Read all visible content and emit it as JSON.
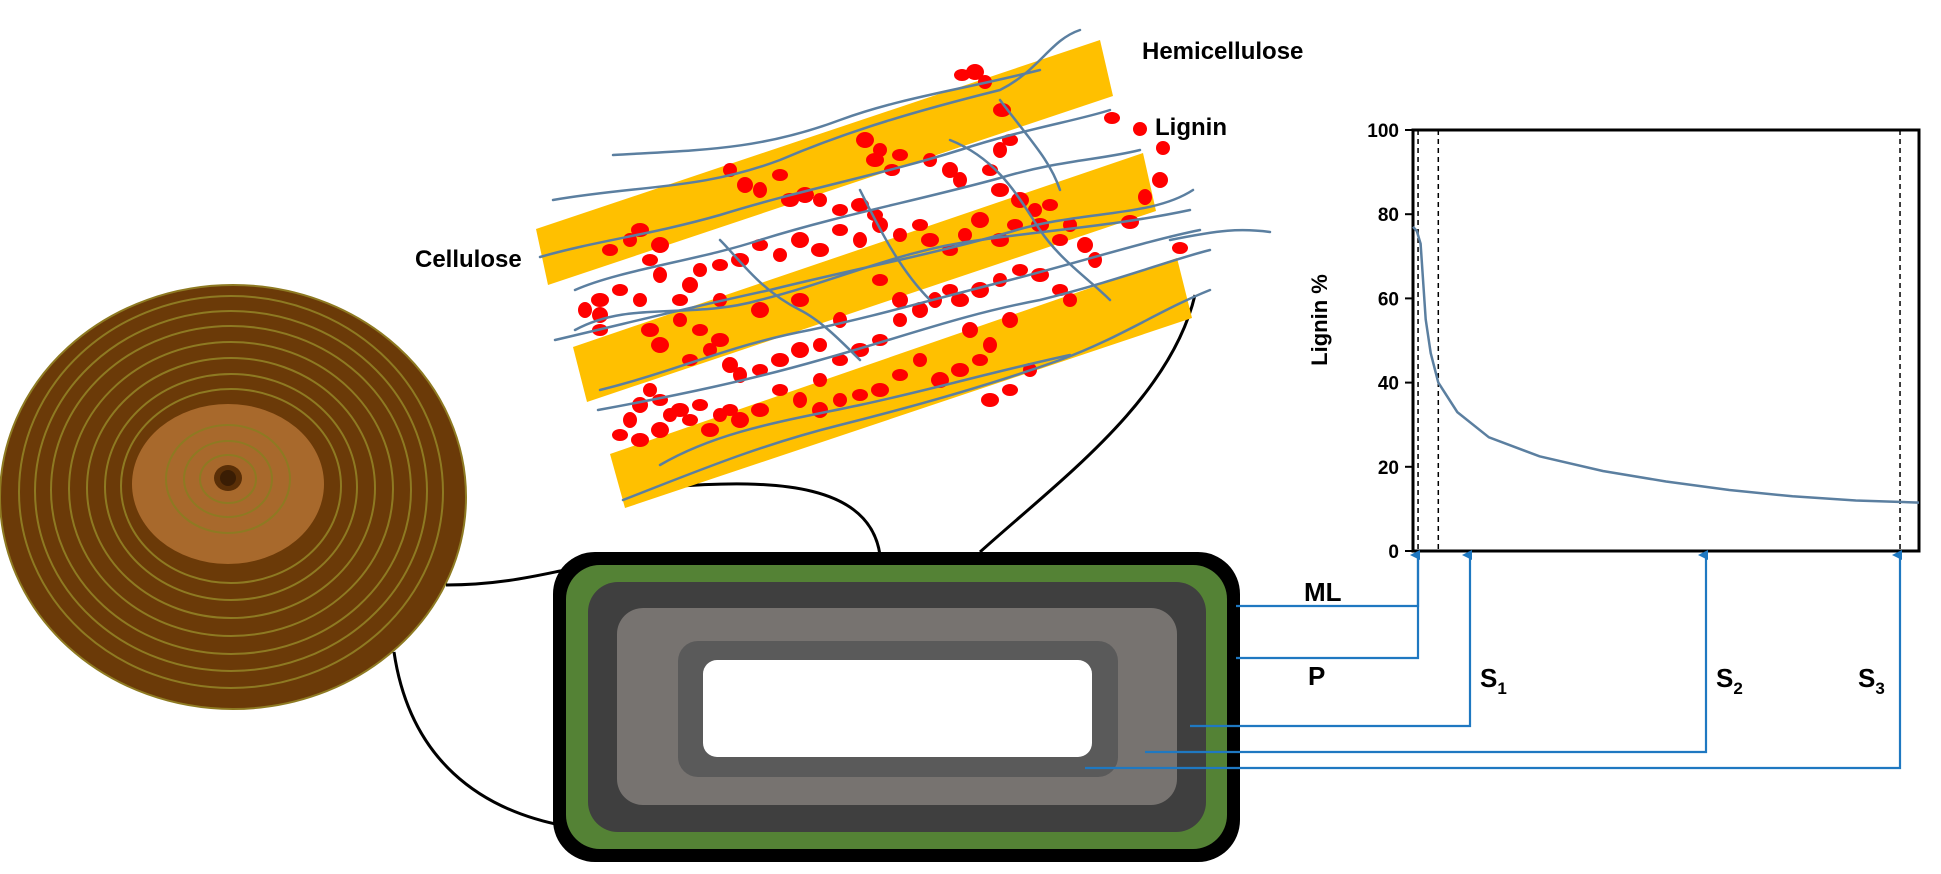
{
  "labels": {
    "hemicellulose": "Hemicellulose",
    "lignin": "Lignin",
    "cellulose": "Cellulose"
  },
  "layers": {
    "ml": "ML",
    "p": "P",
    "s1": {
      "base": "S",
      "sub": "1"
    },
    "s2": {
      "base": "S",
      "sub": "2"
    },
    "s3": {
      "base": "S",
      "sub": "3"
    }
  },
  "chart_data": {
    "type": "line",
    "ylabel": "Lignin %",
    "xlabel": "",
    "ylim": [
      0,
      100
    ],
    "yticks": [
      "0",
      "20",
      "40",
      "60",
      "80",
      "100"
    ],
    "x": [
      0,
      3,
      6,
      10,
      14,
      20,
      35,
      60,
      100,
      150,
      200,
      250,
      300,
      350,
      400
    ],
    "series": [
      {
        "values": [
          77,
          76,
          73,
          55,
          47,
          40,
          33,
          27,
          22.5,
          19,
          16.5,
          14.5,
          13,
          12,
          11.5
        ]
      }
    ],
    "boundaries": [
      4,
      20,
      385
    ]
  },
  "colors": {
    "cellulose": "#FFC000",
    "lignin": "#FF0000",
    "hemicellulose": "#5B7FA0",
    "arrow": "#1F78C1",
    "ml": "#548235",
    "primary": "#3F3F3F",
    "s1": "#777370",
    "s2": "#5A5A5A",
    "lumen": "#FFFFFF",
    "trunk_bark": "#6B3A08",
    "trunk_heart": "#A8692C",
    "rings": "#8E7A22"
  }
}
